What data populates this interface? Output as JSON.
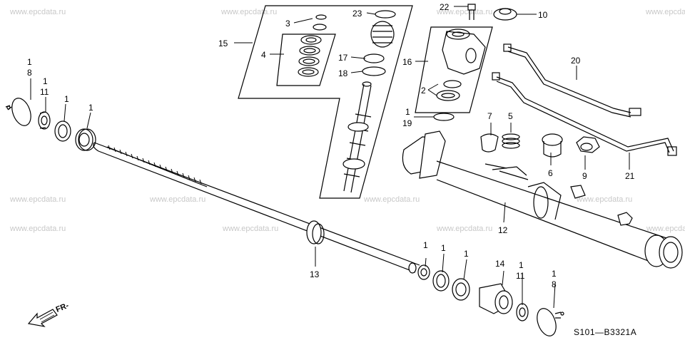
{
  "watermark": "www.epcdata.ru",
  "diagram_code": "S101—B3321A",
  "direction_label": "FR-",
  "callouts": {
    "p1_left": "1",
    "p8_left": "8",
    "p1_left2": "1",
    "p11_left": "11",
    "p1_a": "1",
    "p1_b": "1",
    "p15": "15",
    "p3": "3",
    "p4": "4",
    "p23": "23",
    "p17": "17",
    "p18": "18",
    "p22": "22",
    "p10": "10",
    "p16": "16",
    "p2": "2",
    "p1_c": "1",
    "p19": "19",
    "p20": "20",
    "p7": "7",
    "p5": "5",
    "p6": "6",
    "p9": "9",
    "p21": "21",
    "p12": "12",
    "p13": "13",
    "p1_d": "1",
    "p1_e": "1",
    "p1_f": "1",
    "p14": "14",
    "p1_g": "1",
    "p11_right": "11",
    "p1_h": "1",
    "p8_right": "8"
  }
}
